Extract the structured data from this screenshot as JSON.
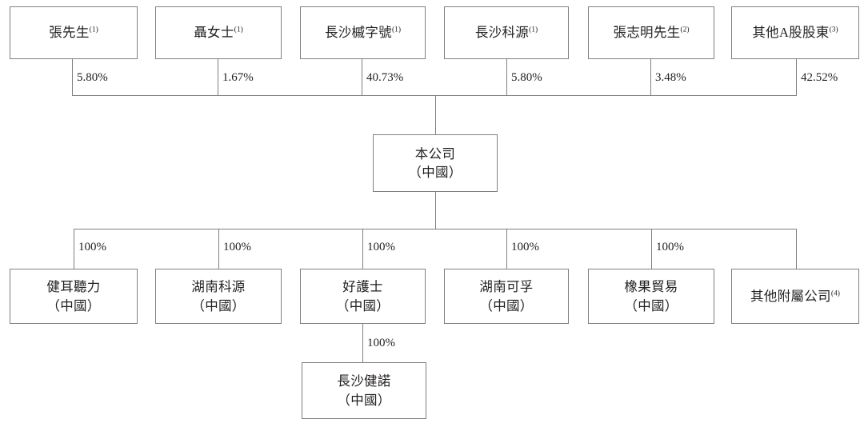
{
  "diagram": {
    "type": "organization-ownership-chart",
    "border_color": "#807f82",
    "text_color": "#231f20",
    "background": "#ffffff",
    "shareholders": [
      {
        "id": "zhang-xiansheng",
        "name": "張先生",
        "note": "(1)",
        "pct": "5.80%"
      },
      {
        "id": "nie-nvshi",
        "name": "聶女士",
        "note": "(1)",
        "pct": "1.67%"
      },
      {
        "id": "changsha-xiezihao",
        "name": "長沙槭字號",
        "note": "(1)",
        "pct": "40.73%"
      },
      {
        "id": "changsha-keyuan",
        "name": "長沙科源",
        "note": "(1)",
        "pct": "5.80%"
      },
      {
        "id": "zhang-zhiming",
        "name": "張志明先生",
        "note": "(2)",
        "pct": "3.48%"
      },
      {
        "id": "other-a-shareholders",
        "name": "其他A股股東",
        "note": "(3)",
        "pct": "42.52%"
      }
    ],
    "company": {
      "id": "the-company",
      "name": "本公司",
      "location": "（中國）"
    },
    "subsidiaries": [
      {
        "id": "jianer-tingli",
        "name": "健耳聽力",
        "location": "（中國）",
        "note": "",
        "pct": "100%"
      },
      {
        "id": "hunan-keyuan",
        "name": "湖南科源",
        "location": "（中國）",
        "note": "",
        "pct": "100%"
      },
      {
        "id": "haohushi",
        "name": "好護士",
        "location": "（中國）",
        "note": "",
        "pct": "100%"
      },
      {
        "id": "hunan-kefu",
        "name": "湖南可孚",
        "location": "（中國）",
        "note": "",
        "pct": "100%"
      },
      {
        "id": "xiangguo-maoyi",
        "name": "橡果貿易",
        "location": "（中國）",
        "note": "",
        "pct": "100%"
      },
      {
        "id": "other-subsidiaries",
        "name": "其他附屬公司",
        "location": "",
        "note": "(4)",
        "pct": ""
      }
    ],
    "grandchild": {
      "id": "changsha-jiannuo",
      "name": "長沙健諾",
      "location": "（中國）",
      "pct": "100%",
      "parent": "好護士"
    }
  }
}
